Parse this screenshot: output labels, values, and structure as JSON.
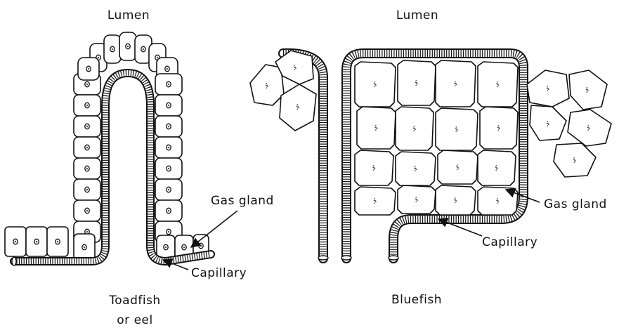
{
  "left_panel": {
    "lumen_label": "Lumen",
    "gas_gland_label": "Gas gland",
    "capillary_label": "Capillary",
    "caption_line1": "Toadfish",
    "caption_line2": "or eel"
  },
  "right_panel": {
    "lumen_label": "Lumen",
    "gas_gland_label": "Gas gland",
    "capillary_label": "Capillary",
    "caption": "Bluefish"
  },
  "colors": {
    "ink": "#111111",
    "background": "#ffffff"
  }
}
